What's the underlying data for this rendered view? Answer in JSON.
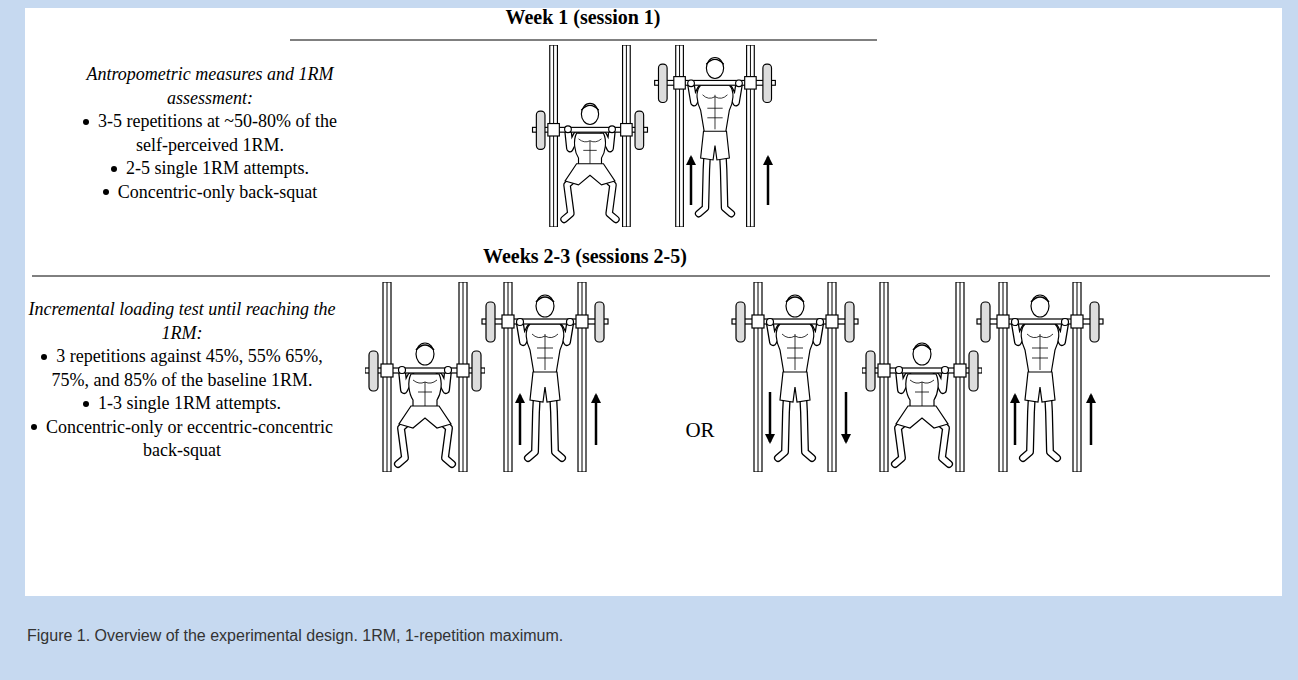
{
  "diagram": {
    "caption": "Figure 1. Overview of the experimental design. 1RM, 1-repetition maximum.",
    "labels": [
      "Week 1 (session 1)",
      "Antropometric measures and 1RM assessment:",
      "3-5 repetitions at ~50-80% of the self-perceived 1RM.",
      "2-5 single 1RM attempts.",
      "Concentric-only back-squat",
      "Weeks 2-3 (sessions 2-5)",
      "Incremental loading test until reaching the 1RM:",
      "3 repetitions against 45%, 55% 65%, 75%, and 85% of the baseline 1RM.",
      "1-3 single 1RM attempts.",
      "Concentric-only or eccentric-concentric back-squat",
      "OR"
    ]
  }
}
